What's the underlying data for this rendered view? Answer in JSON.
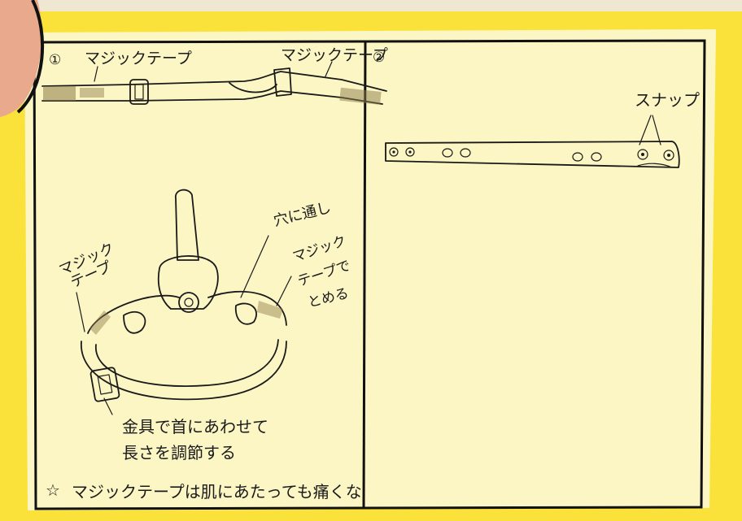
{
  "colors": {
    "background": "#fbe23a",
    "paper": "#fbf6c4",
    "ink": "#1a1a1a",
    "finger": "#e9a98c"
  },
  "panel1": {
    "number": "①",
    "top_label_left": "マジックテープ",
    "top_label_right": "マジックテープ",
    "side_label_left_line1": "マジック",
    "side_label_left_line2": "テープ",
    "side_label_right_line1": "穴に通し",
    "side_label_right_line2": "マジック",
    "side_label_right_line3": "テープで",
    "side_label_right_line4": "とめる",
    "buckle_note_line1": "金具で首にあわせて",
    "buckle_note_line2": "長さを調節する"
  },
  "panel2": {
    "number": "②",
    "snap_label": "スナップ"
  },
  "footer": {
    "star": "☆",
    "note": "マジックテープは肌にあたっても痛くな"
  }
}
